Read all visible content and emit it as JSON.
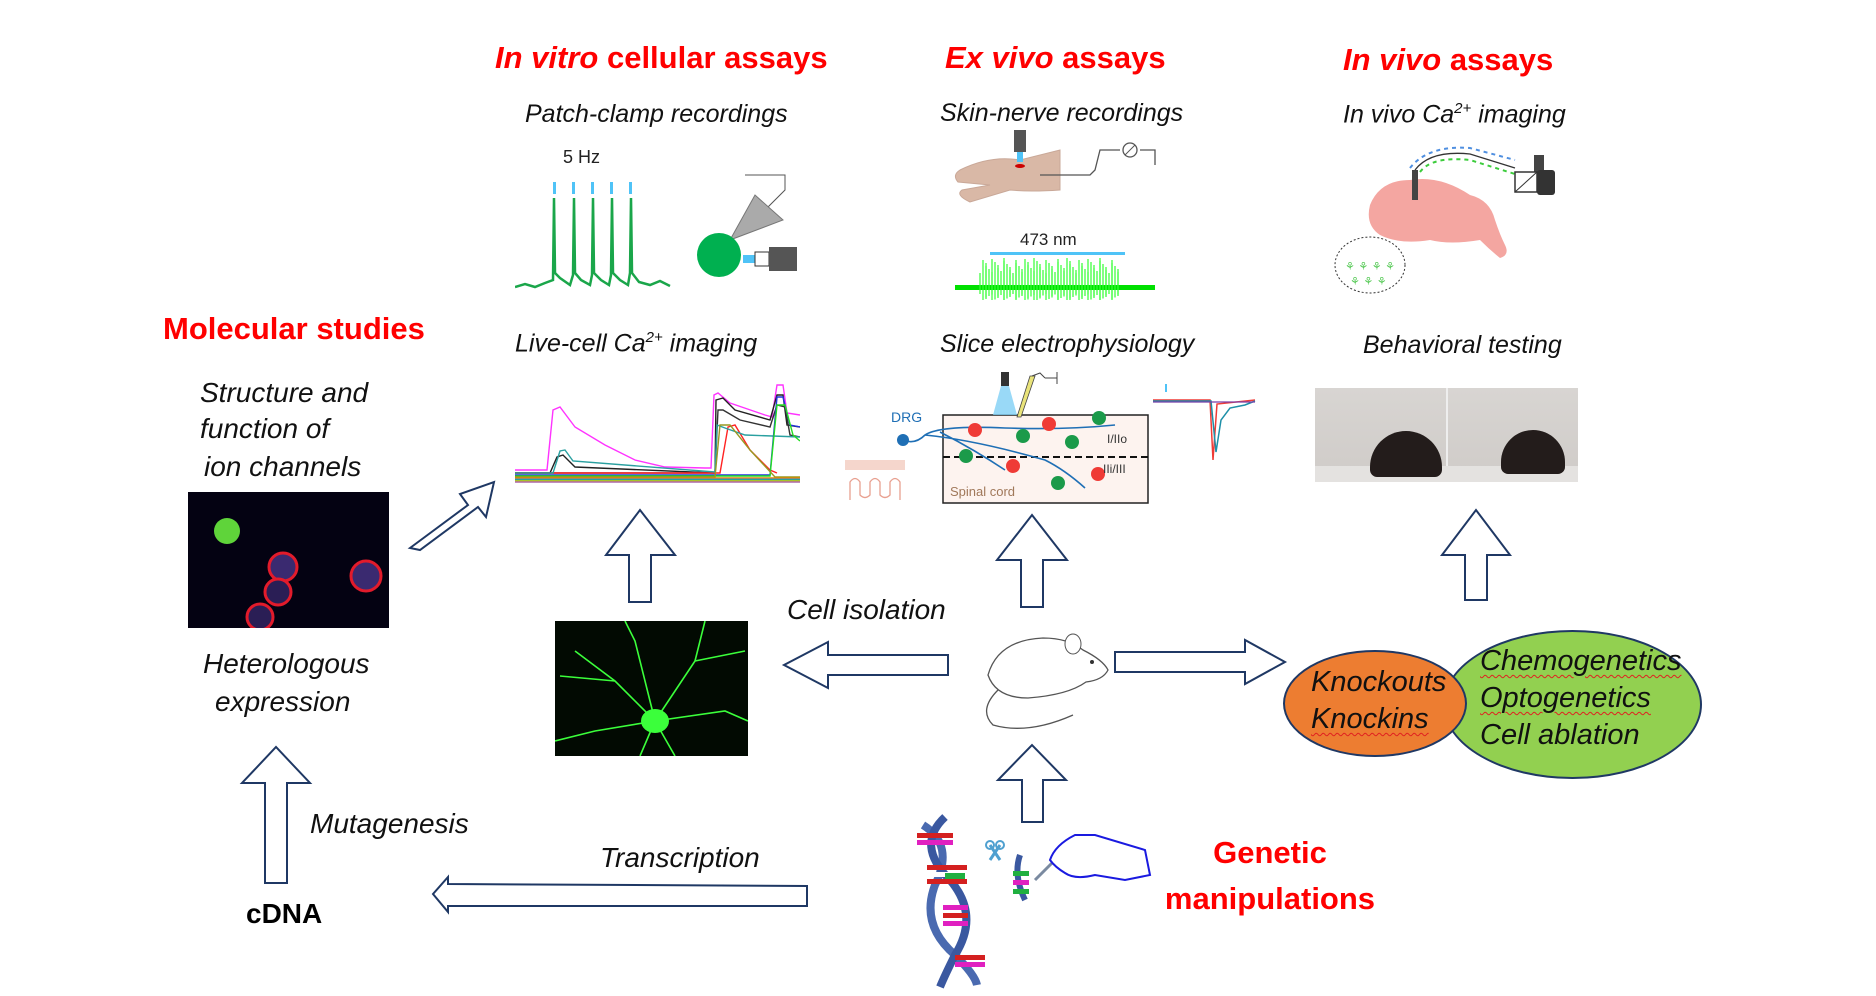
{
  "sections": {
    "in_vitro": {
      "title_italic": "In vitro",
      "title_rest": " cellular assays",
      "panels": [
        {
          "label": "Patch-clamp recordings",
          "annotation": "5 Hz"
        },
        {
          "label_pre": "Live-cell Ca",
          "label_sup": "2+",
          "label_post": " imaging"
        }
      ]
    },
    "ex_vivo": {
      "title_italic": "Ex vivo",
      "title_rest": " assays",
      "panels": [
        {
          "label": "Skin-nerve recordings",
          "annotation": "473 nm"
        },
        {
          "label": "Slice electrophysiology",
          "annotations": {
            "drg": "DRG",
            "layer_top": "I/IIo",
            "layer_bottom": "IIi/III",
            "tissue": "Spinal cord"
          }
        }
      ]
    },
    "in_vivo": {
      "title_italic": "In vivo",
      "title_rest": " assays",
      "panels": [
        {
          "label_pre": "In vivo Ca",
          "label_sup": "2+",
          "label_post": " imaging"
        },
        {
          "label": "Behavioral testing"
        }
      ]
    },
    "molecular": {
      "title": "Molecular studies",
      "description_lines": [
        "Structure and",
        "function of",
        "ion channels"
      ],
      "image_caption_lines": [
        "Heterologous",
        "expression"
      ]
    },
    "genetic": {
      "title_lines": [
        "Genetic",
        "manipulations"
      ]
    }
  },
  "flow_labels": {
    "cell_isolation": "Cell isolation",
    "mutagenesis": "Mutagenesis",
    "transcription": "Transcription",
    "cdna": "cDNA"
  },
  "genetic_models": {
    "left_ellipse": {
      "items": [
        "Knockouts",
        "Knockins"
      ],
      "color": "#ed7d31"
    },
    "right_ellipse": {
      "items": [
        "Chemogenetics",
        "Optogenetics",
        "Cell ablation"
      ],
      "color": "#92d050"
    }
  },
  "colors": {
    "heading": "#ff0000",
    "arrow_stroke": "#1f3864",
    "trace_green": "#1aa64a",
    "light_blue": "#4fc3f7"
  }
}
